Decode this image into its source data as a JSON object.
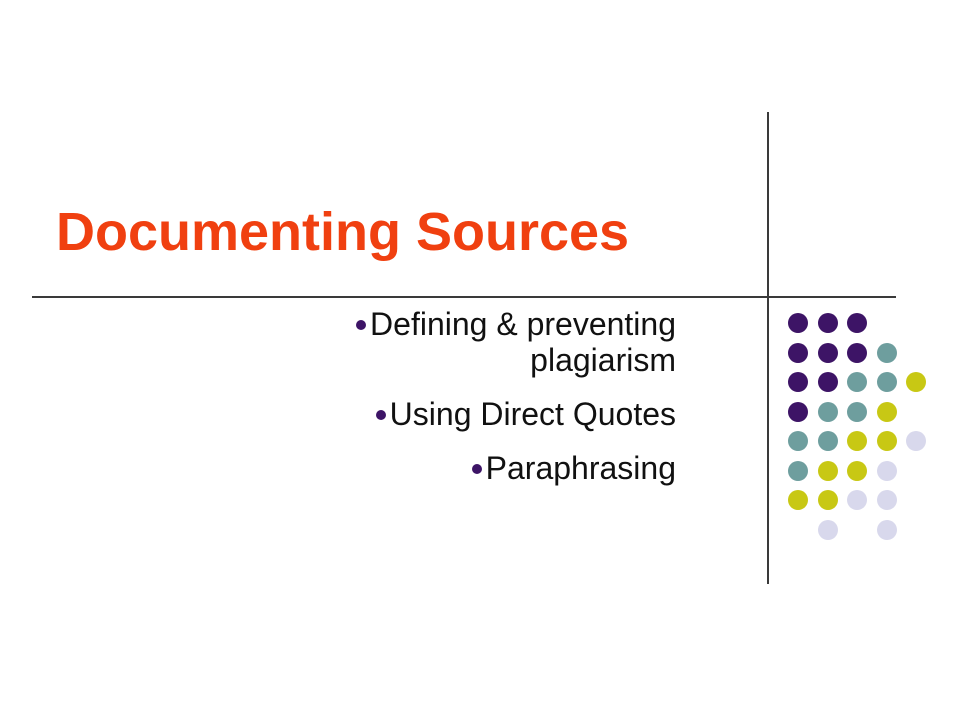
{
  "slide": {
    "title": "Documenting Sources",
    "bullets": [
      {
        "text": "Defining & preventing plagiarism"
      },
      {
        "text": "Using Direct Quotes"
      },
      {
        "text": "Paraphrasing"
      }
    ]
  },
  "colors": {
    "title": "#f04010",
    "bullet": "#3d1466",
    "purple": "#3d1466",
    "teal": "#6e9e9e",
    "yellow": "#c8c814",
    "lavender": "#d8d8ec"
  },
  "decoration": {
    "dot_grid": [
      [
        "purple",
        "purple",
        "purple",
        "",
        "",
        ""
      ],
      [
        "purple",
        "purple",
        "purple",
        "teal",
        "",
        ""
      ],
      [
        "purple",
        "purple",
        "teal",
        "teal",
        "yellow",
        ""
      ],
      [
        "purple",
        "teal",
        "teal",
        "yellow",
        "",
        ""
      ],
      [
        "teal",
        "teal",
        "yellow",
        "yellow",
        "lavender",
        ""
      ],
      [
        "teal",
        "yellow",
        "yellow",
        "lavender",
        "",
        ""
      ],
      [
        "yellow",
        "yellow",
        "lavender",
        "lavender",
        "",
        ""
      ],
      [
        "",
        "lavender",
        "",
        "lavender",
        "",
        ""
      ]
    ]
  }
}
